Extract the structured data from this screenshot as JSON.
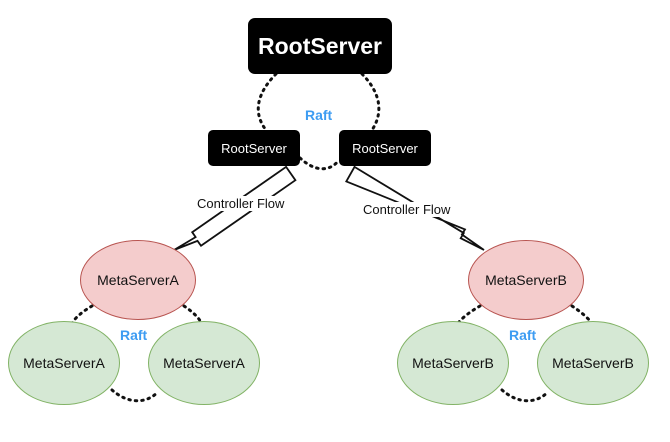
{
  "root_leader": {
    "label": "RootServer"
  },
  "root_followers": [
    {
      "label": "RootServer"
    },
    {
      "label": "RootServer"
    }
  ],
  "raft_labels": {
    "root": "Raft",
    "group_a": "Raft",
    "group_b": "Raft"
  },
  "controller_flows": [
    {
      "label": "Controller Flow"
    },
    {
      "label": "Controller Flow"
    }
  ],
  "meta_group_a": {
    "leader": "MetaServerA",
    "followers": [
      "MetaServerA",
      "MetaServerA"
    ]
  },
  "meta_group_b": {
    "leader": "MetaServerB",
    "followers": [
      "MetaServerB",
      "MetaServerB"
    ]
  },
  "colors": {
    "leader_fill": "#f4cccc",
    "leader_stroke": "#b85450",
    "follower_fill": "#d5e8d4",
    "follower_stroke": "#82b366",
    "raft_text": "#3d9cf2",
    "root_fill": "#000000"
  }
}
